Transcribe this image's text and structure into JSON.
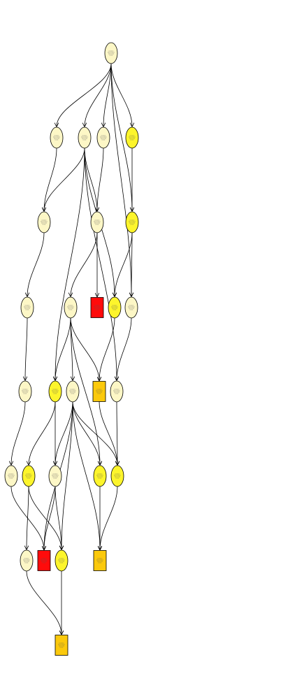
{
  "colors": {
    "node_light": "#fdf7c6",
    "node_yellow": "#fdf52c",
    "node_orange": "#fbc90c",
    "node_red": "#ff0b0b",
    "edge": "#000000"
  },
  "nodes": [
    {
      "id": "n1",
      "shape": "ellipse",
      "color": "light"
    },
    {
      "id": "n2a",
      "shape": "ellipse",
      "color": "light"
    },
    {
      "id": "n2b",
      "shape": "ellipse",
      "color": "light"
    },
    {
      "id": "n2c",
      "shape": "ellipse",
      "color": "light"
    },
    {
      "id": "n2d",
      "shape": "ellipse",
      "color": "yellow"
    },
    {
      "id": "n3a",
      "shape": "ellipse",
      "color": "light"
    },
    {
      "id": "n3b",
      "shape": "ellipse",
      "color": "light"
    },
    {
      "id": "n3c",
      "shape": "ellipse",
      "color": "yellow"
    },
    {
      "id": "n4a",
      "shape": "ellipse",
      "color": "light"
    },
    {
      "id": "n4b",
      "shape": "ellipse",
      "color": "light"
    },
    {
      "id": "n4c",
      "shape": "box",
      "color": "red"
    },
    {
      "id": "n4d",
      "shape": "ellipse",
      "color": "yellow"
    },
    {
      "id": "n4e",
      "shape": "ellipse",
      "color": "light"
    },
    {
      "id": "n5a",
      "shape": "ellipse",
      "color": "light"
    },
    {
      "id": "n5b",
      "shape": "ellipse",
      "color": "yellow"
    },
    {
      "id": "n5c",
      "shape": "ellipse",
      "color": "light"
    },
    {
      "id": "n5d",
      "shape": "box",
      "color": "orange"
    },
    {
      "id": "n5e",
      "shape": "ellipse",
      "color": "light"
    },
    {
      "id": "n6a",
      "shape": "ellipse",
      "color": "light"
    },
    {
      "id": "n6b",
      "shape": "ellipse",
      "color": "yellow"
    },
    {
      "id": "n6c",
      "shape": "ellipse",
      "color": "light"
    },
    {
      "id": "n6d",
      "shape": "ellipse",
      "color": "yellow"
    },
    {
      "id": "n6e",
      "shape": "ellipse",
      "color": "yellow"
    },
    {
      "id": "n7a",
      "shape": "ellipse",
      "color": "light"
    },
    {
      "id": "n7b",
      "shape": "box",
      "color": "red"
    },
    {
      "id": "n7c",
      "shape": "ellipse",
      "color": "yellow"
    },
    {
      "id": "n7d",
      "shape": "box",
      "color": "orange"
    },
    {
      "id": "n8a",
      "shape": "box",
      "color": "orange"
    }
  ],
  "edges": [
    [
      "n1",
      "n2a"
    ],
    [
      "n1",
      "n2b"
    ],
    [
      "n1",
      "n2c"
    ],
    [
      "n1",
      "n2d"
    ],
    [
      "n1",
      "n3c"
    ],
    [
      "n1",
      "n4e"
    ],
    [
      "n2a",
      "n3a"
    ],
    [
      "n2b",
      "n3a"
    ],
    [
      "n2b",
      "n3b"
    ],
    [
      "n2b",
      "n4d"
    ],
    [
      "n2b",
      "n5b"
    ],
    [
      "n2b",
      "n5e"
    ],
    [
      "n2c",
      "n3b"
    ],
    [
      "n2d",
      "n3c"
    ],
    [
      "n3a",
      "n4a"
    ],
    [
      "n3b",
      "n4b"
    ],
    [
      "n3b",
      "n4c"
    ],
    [
      "n3c",
      "n4d"
    ],
    [
      "n3c",
      "n4e"
    ],
    [
      "n4a",
      "n5a"
    ],
    [
      "n4b",
      "n5b"
    ],
    [
      "n4b",
      "n5c"
    ],
    [
      "n4b",
      "n5d"
    ],
    [
      "n4b",
      "n6d"
    ],
    [
      "n4d",
      "n5d"
    ],
    [
      "n4e",
      "n5e"
    ],
    [
      "n5a",
      "n6a"
    ],
    [
      "n5b",
      "n6b"
    ],
    [
      "n5b",
      "n6c"
    ],
    [
      "n5c",
      "n6c"
    ],
    [
      "n5c",
      "n6d"
    ],
    [
      "n5c",
      "n6e"
    ],
    [
      "n5c",
      "n7b"
    ],
    [
      "n5c",
      "n7c"
    ],
    [
      "n5c",
      "n7d"
    ],
    [
      "n5d",
      "n6e"
    ],
    [
      "n5e",
      "n6e"
    ],
    [
      "n6a",
      "n7b"
    ],
    [
      "n6b",
      "n7a"
    ],
    [
      "n6b",
      "n7c"
    ],
    [
      "n6c",
      "n7b"
    ],
    [
      "n6c",
      "n7c"
    ],
    [
      "n6d",
      "n7d"
    ],
    [
      "n6e",
      "n7d"
    ],
    [
      "n7a",
      "n8a"
    ],
    [
      "n7c",
      "n8a"
    ]
  ]
}
